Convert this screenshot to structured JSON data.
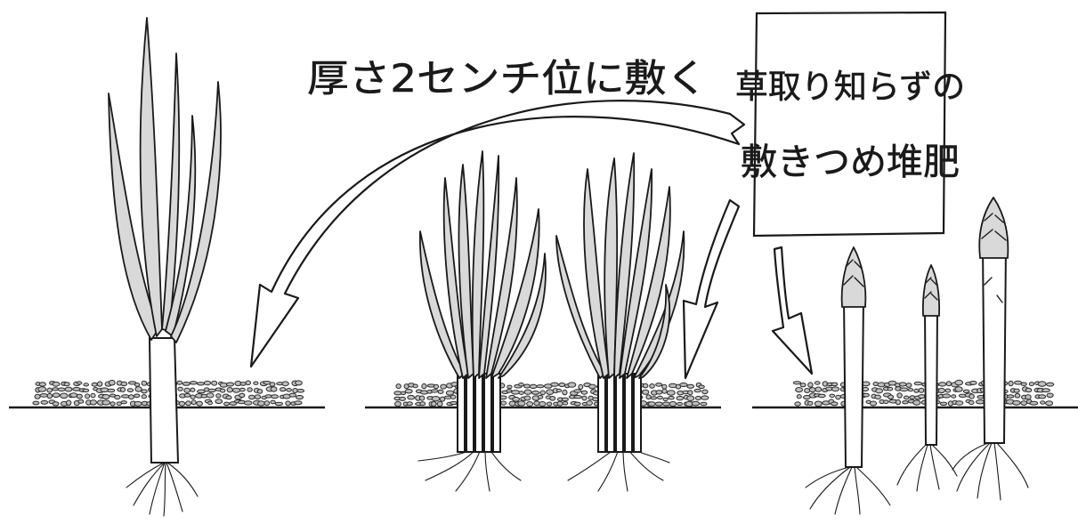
{
  "top_label": "厚さ2センチ位に敷く",
  "sign": {
    "line1": "草取り知らずの",
    "line2": "敷きつめ堆肥"
  },
  "colors": {
    "ink": "#1a1a1a",
    "leaf_fill": "#d9d9d9",
    "mulch_fill": "#bdbdbd",
    "background": "#ffffff"
  },
  "panels": [
    {
      "name": "large-onion-plant"
    },
    {
      "name": "green-onion-clumps"
    },
    {
      "name": "asparagus-spears"
    }
  ]
}
